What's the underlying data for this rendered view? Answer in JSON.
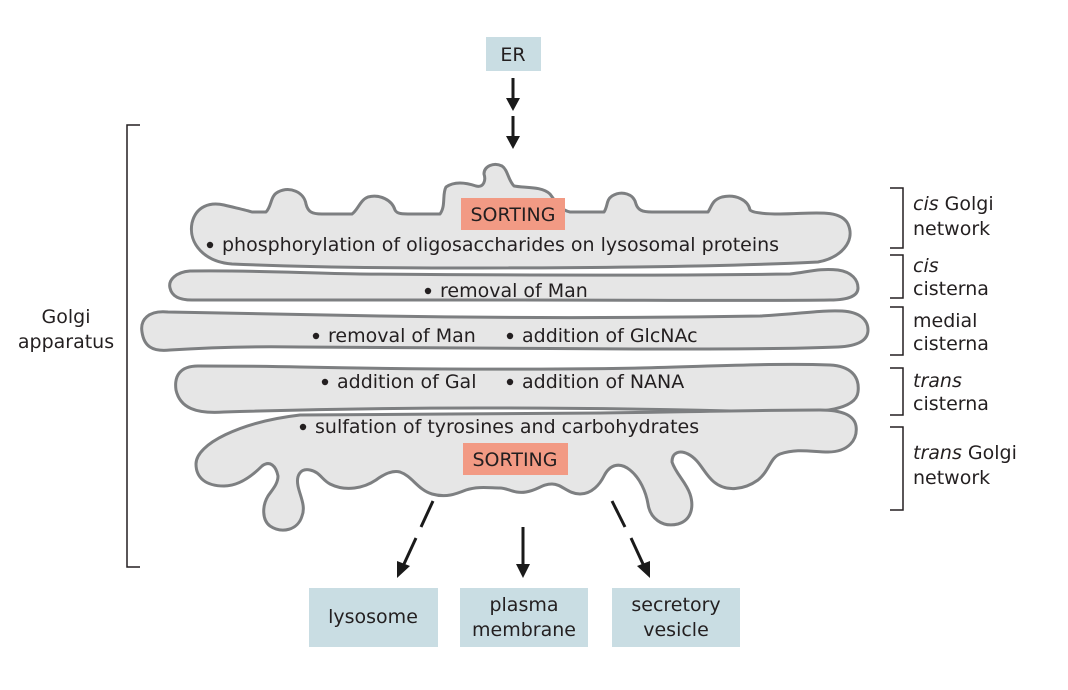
{
  "input": {
    "label": "ER"
  },
  "apparatus_label": {
    "line1": "Golgi",
    "line2": "apparatus"
  },
  "sorting_label": "SORTING",
  "compartments": [
    {
      "name_italic": "cis",
      "name_rest": " Golgi",
      "name_line2": "network",
      "processes": [
        "phosphorylation of oligosaccharides on lysosomal proteins"
      ]
    },
    {
      "name_italic": "cis",
      "name_rest": "",
      "name_line2": "cisterna",
      "processes": [
        "removal of Man"
      ]
    },
    {
      "name_italic": "",
      "name_rest": "medial",
      "name_line2": "cisterna",
      "processes": [
        "removal of Man",
        "addition of GlcNAc"
      ]
    },
    {
      "name_italic": "trans",
      "name_rest": "",
      "name_line2": "cisterna",
      "processes": [
        "addition of Gal",
        "addition of NANA"
      ]
    },
    {
      "name_italic": "trans",
      "name_rest": " Golgi",
      "name_line2": "network",
      "processes": [
        "sulfation of tyrosines and carbohydrates"
      ]
    }
  ],
  "destinations": [
    {
      "line1": "lysosome",
      "line2": ""
    },
    {
      "line1": "plasma",
      "line2": "membrane"
    },
    {
      "line1": "secretory",
      "line2": "vesicle"
    }
  ],
  "colors": {
    "box_fill": "#c9dde3",
    "sorting_fill": "#f29a84",
    "cisterna_fill": "#e6e6e6",
    "cisterna_stroke": "#7d7f81"
  }
}
